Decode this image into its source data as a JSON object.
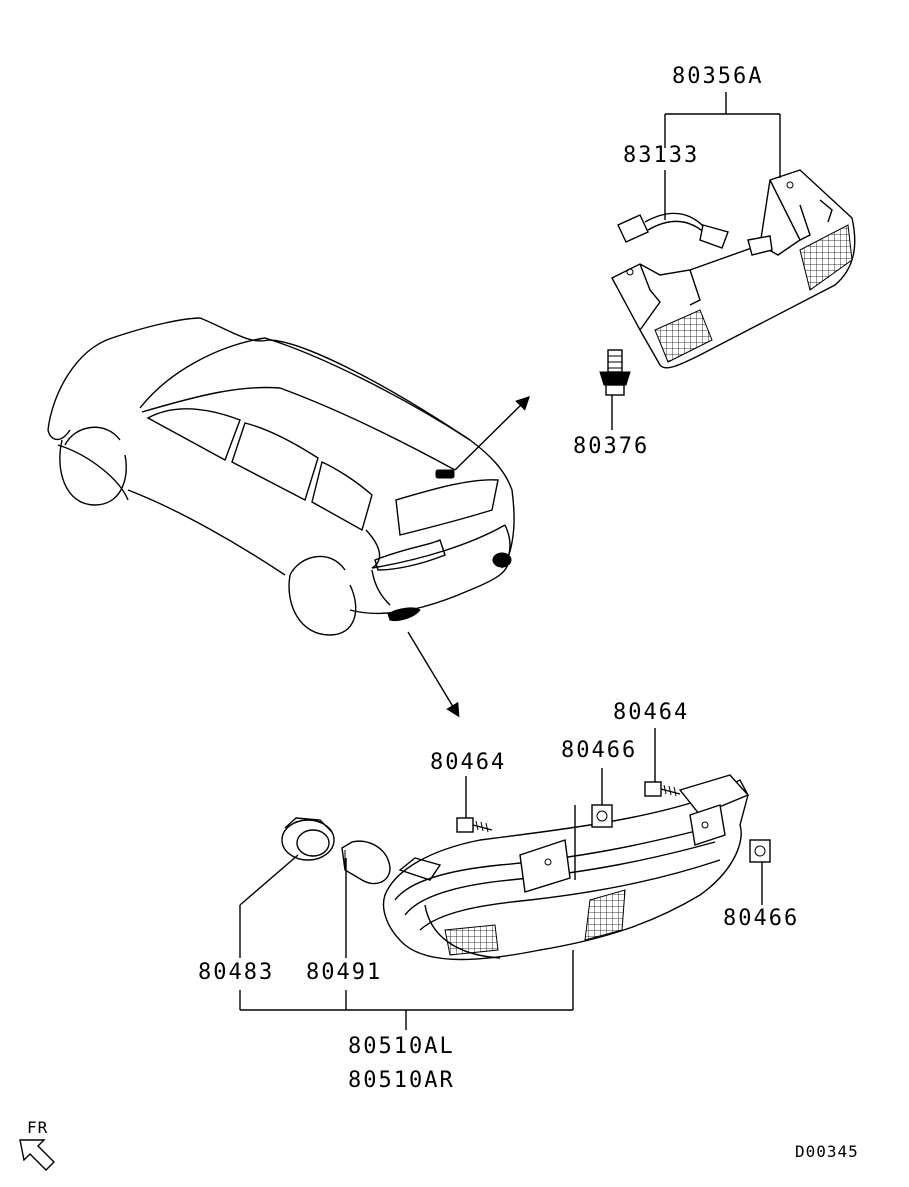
{
  "labels": {
    "p80356A": "80356A",
    "p83133": "83133",
    "p80376": "80376",
    "p80464_left": "80464",
    "p80464_right": "80464",
    "p80466_top": "80466",
    "p80466_right": "80466",
    "p80483": "80483",
    "p80491": "80491",
    "p80510AL": "80510AL",
    "p80510AR": "80510AR",
    "fr": "FR",
    "diagram_id": "D00345"
  },
  "icons": {
    "front_direction": "fr-arrow-icon"
  }
}
